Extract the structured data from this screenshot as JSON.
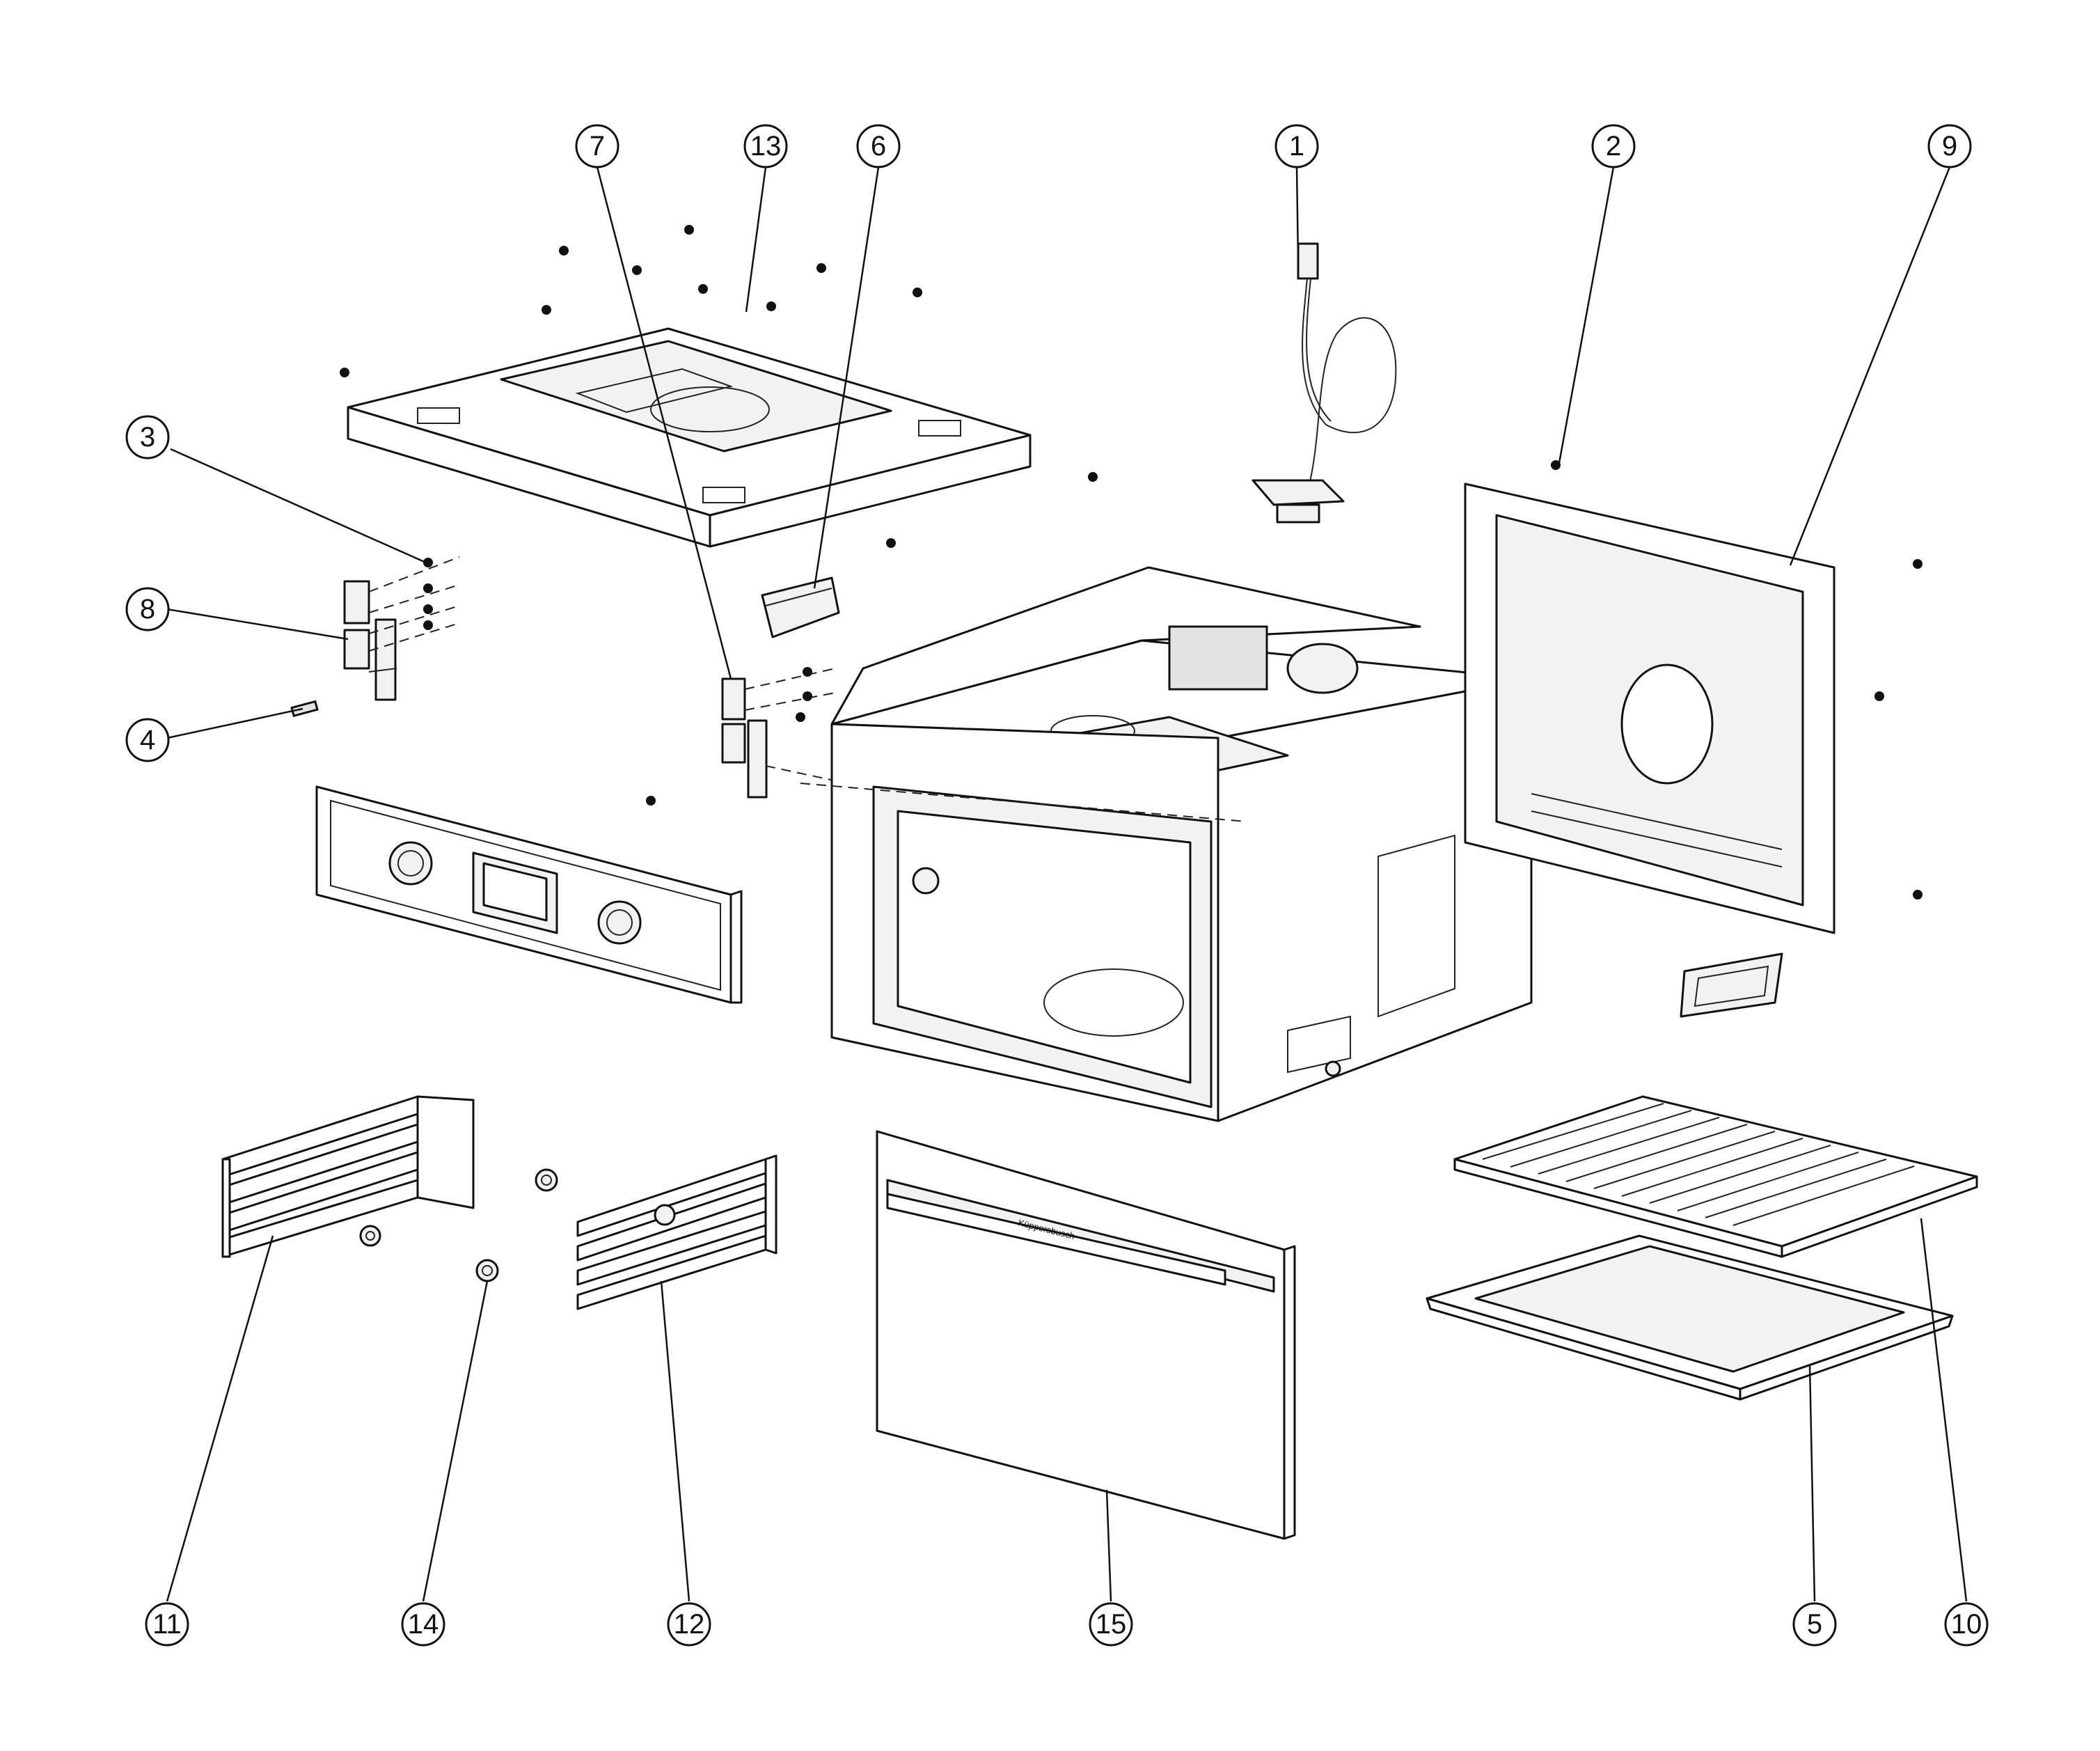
{
  "callouts": [
    {
      "id": "1",
      "label": "1"
    },
    {
      "id": "2",
      "label": "2"
    },
    {
      "id": "3",
      "label": "3"
    },
    {
      "id": "4",
      "label": "4"
    },
    {
      "id": "5",
      "label": "5"
    },
    {
      "id": "6",
      "label": "6"
    },
    {
      "id": "7",
      "label": "7"
    },
    {
      "id": "8",
      "label": "8"
    },
    {
      "id": "9",
      "label": "9"
    },
    {
      "id": "10",
      "label": "10"
    },
    {
      "id": "11",
      "label": "11"
    },
    {
      "id": "12",
      "label": "12"
    },
    {
      "id": "13",
      "label": "13"
    },
    {
      "id": "14",
      "label": "14"
    },
    {
      "id": "15",
      "label": "15"
    }
  ],
  "door": {
    "brand_text": "Küppersbusch"
  },
  "colors": {
    "line": "#111111",
    "background": "#ffffff"
  }
}
